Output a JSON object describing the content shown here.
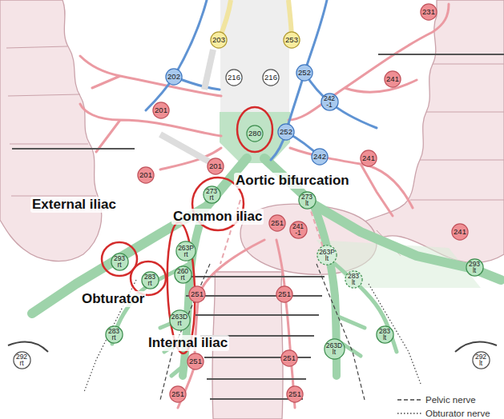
{
  "diagram": {
    "nodes": [
      {
        "text": [
          "231"
        ]
      },
      {
        "text": [
          "203"
        ]
      },
      {
        "text": [
          "253"
        ]
      },
      {
        "text": [
          "252"
        ]
      },
      {
        "text": [
          "202"
        ]
      },
      {
        "text": [
          "216"
        ]
      },
      {
        "text": [
          "216"
        ]
      },
      {
        "text": [
          "241"
        ]
      },
      {
        "text": [
          "242 -1"
        ]
      },
      {
        "text": [
          "201"
        ]
      },
      {
        "text": [
          "252"
        ]
      },
      {
        "text": [
          "280"
        ]
      },
      {
        "text": [
          "242"
        ]
      },
      {
        "text": [
          "241"
        ]
      },
      {
        "text": [
          "201"
        ]
      },
      {
        "text": [
          "201"
        ]
      },
      {
        "text": [
          "273 rt"
        ]
      },
      {
        "text": [
          "273 lt"
        ]
      },
      {
        "text": [
          "251"
        ]
      },
      {
        "text": [
          "241 -1"
        ]
      },
      {
        "text": [
          "241"
        ]
      },
      {
        "text": [
          "263P rt"
        ]
      },
      {
        "text": [
          "263P lt"
        ]
      },
      {
        "text": [
          "293 rt"
        ]
      },
      {
        "text": [
          "293 lt"
        ]
      },
      {
        "text": [
          "260 rt"
        ]
      },
      {
        "text": [
          "283 lt"
        ]
      },
      {
        "text": [
          "283 rt"
        ]
      },
      {
        "text": [
          "251"
        ]
      },
      {
        "text": [
          "251"
        ]
      },
      {
        "text": [
          "283 rt"
        ]
      },
      {
        "text": [
          "283 lt"
        ]
      },
      {
        "text": [
          "263D rt"
        ]
      },
      {
        "text": [
          "263D lt"
        ]
      },
      {
        "text": [
          "251"
        ]
      },
      {
        "text": [
          "251"
        ]
      },
      {
        "text": [
          "292 rt"
        ]
      },
      {
        "text": [
          "292 lt"
        ]
      },
      {
        "text": [
          "251"
        ]
      },
      {
        "text": [
          "251"
        ]
      }
    ],
    "labels": [
      "Aortic bifurcation",
      "External iliac",
      "Common iliac",
      "Obturator",
      "Internal iliac"
    ],
    "legend": [
      {
        "text": "Pelvic nerve"
      },
      {
        "text": "Obturator nerve"
      }
    ]
  }
}
